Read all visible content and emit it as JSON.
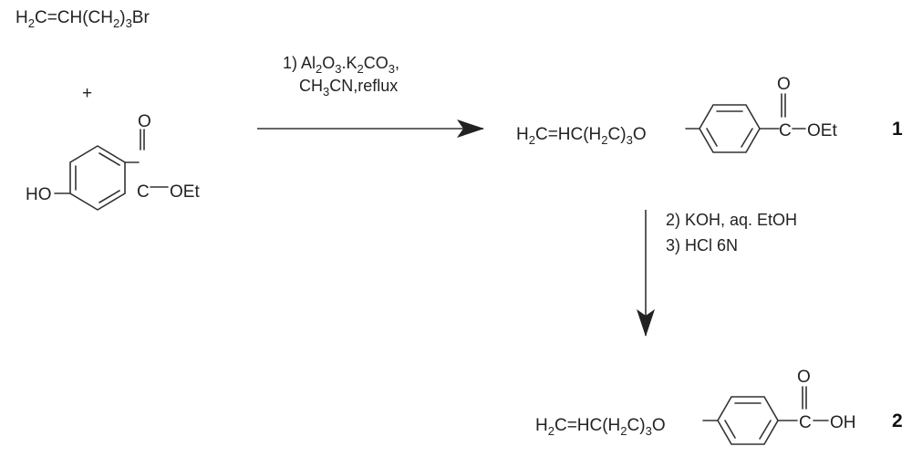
{
  "reactant_alkyl_bromide": "H2C=CH(CH2)3Br",
  "plus_sign": "+",
  "reactant_phenol": {
    "hydroxyl": "HO",
    "carbonyl_oxygen": "O",
    "carbonyl_carbon": "C",
    "ester_group": "OEt"
  },
  "step1_conditions": [
    "1) Al2O3.K2CO3,",
    "CH3CN,reflux"
  ],
  "product1": {
    "chain": "H2C=HC(H2C)3O",
    "carbonyl_oxygen": "O",
    "carbonyl_carbon": "C",
    "ester_group": "OEt",
    "number": "1"
  },
  "step2_conditions": [
    "2) KOH, aq. EtOH",
    "3) HCl 6N"
  ],
  "product2": {
    "chain": "H2C=HC(H2C)3O",
    "carbonyl_oxygen": "O",
    "carbonyl_carbon": "C",
    "acid_group": "OH",
    "number": "2"
  },
  "colors": {
    "ink": "#222222",
    "background": "#ffffff"
  }
}
